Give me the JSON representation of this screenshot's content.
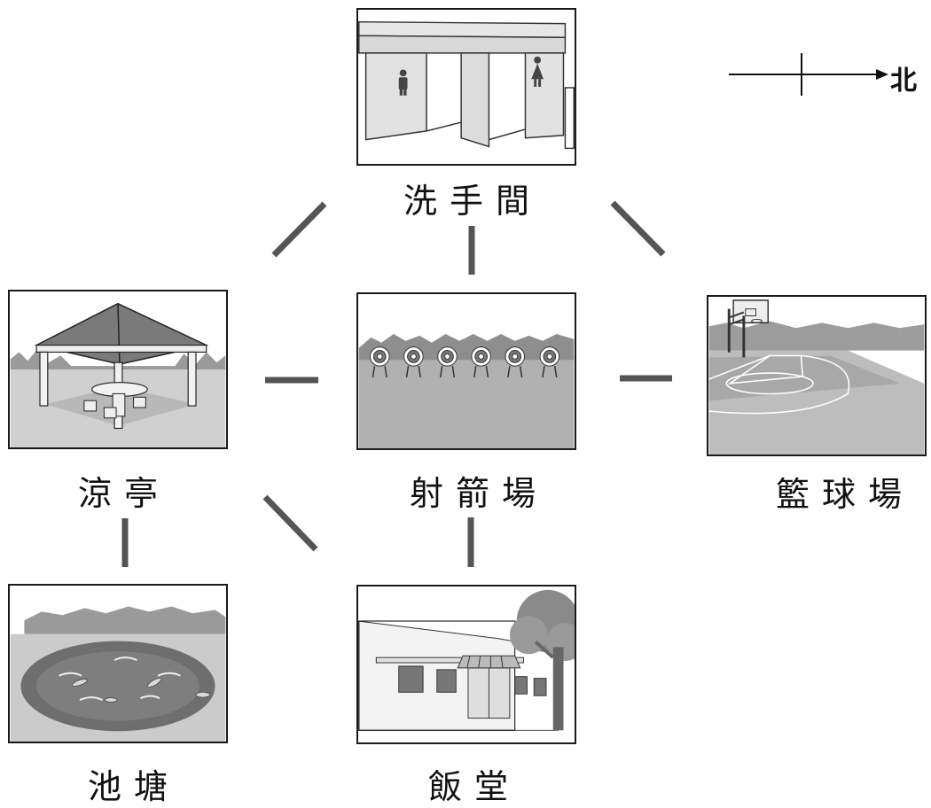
{
  "compass": {
    "north_label": "北"
  },
  "locations": {
    "toilet": {
      "label": "洗手間",
      "icons": [
        "male-sign-icon",
        "female-sign-icon"
      ]
    },
    "pavilion": {
      "label": "涼亭"
    },
    "archery": {
      "label": "射箭場"
    },
    "basketball": {
      "label": "籃球場"
    },
    "pond": {
      "label": "池塘"
    },
    "canteen": {
      "label": "飯堂"
    }
  },
  "connections": [
    [
      "archery",
      "toilet"
    ],
    [
      "archery",
      "pavilion"
    ],
    [
      "archery",
      "basketball"
    ],
    [
      "archery",
      "canteen"
    ],
    [
      "pavilion",
      "toilet"
    ],
    [
      "basketball",
      "toilet"
    ],
    [
      "pavilion",
      "pond"
    ],
    [
      "pavilion",
      "canteen"
    ]
  ],
  "colors": {
    "connector": "#555555",
    "frame": "#1a1a1a",
    "ground": "#c8c8c8",
    "foliage": "#999999"
  }
}
